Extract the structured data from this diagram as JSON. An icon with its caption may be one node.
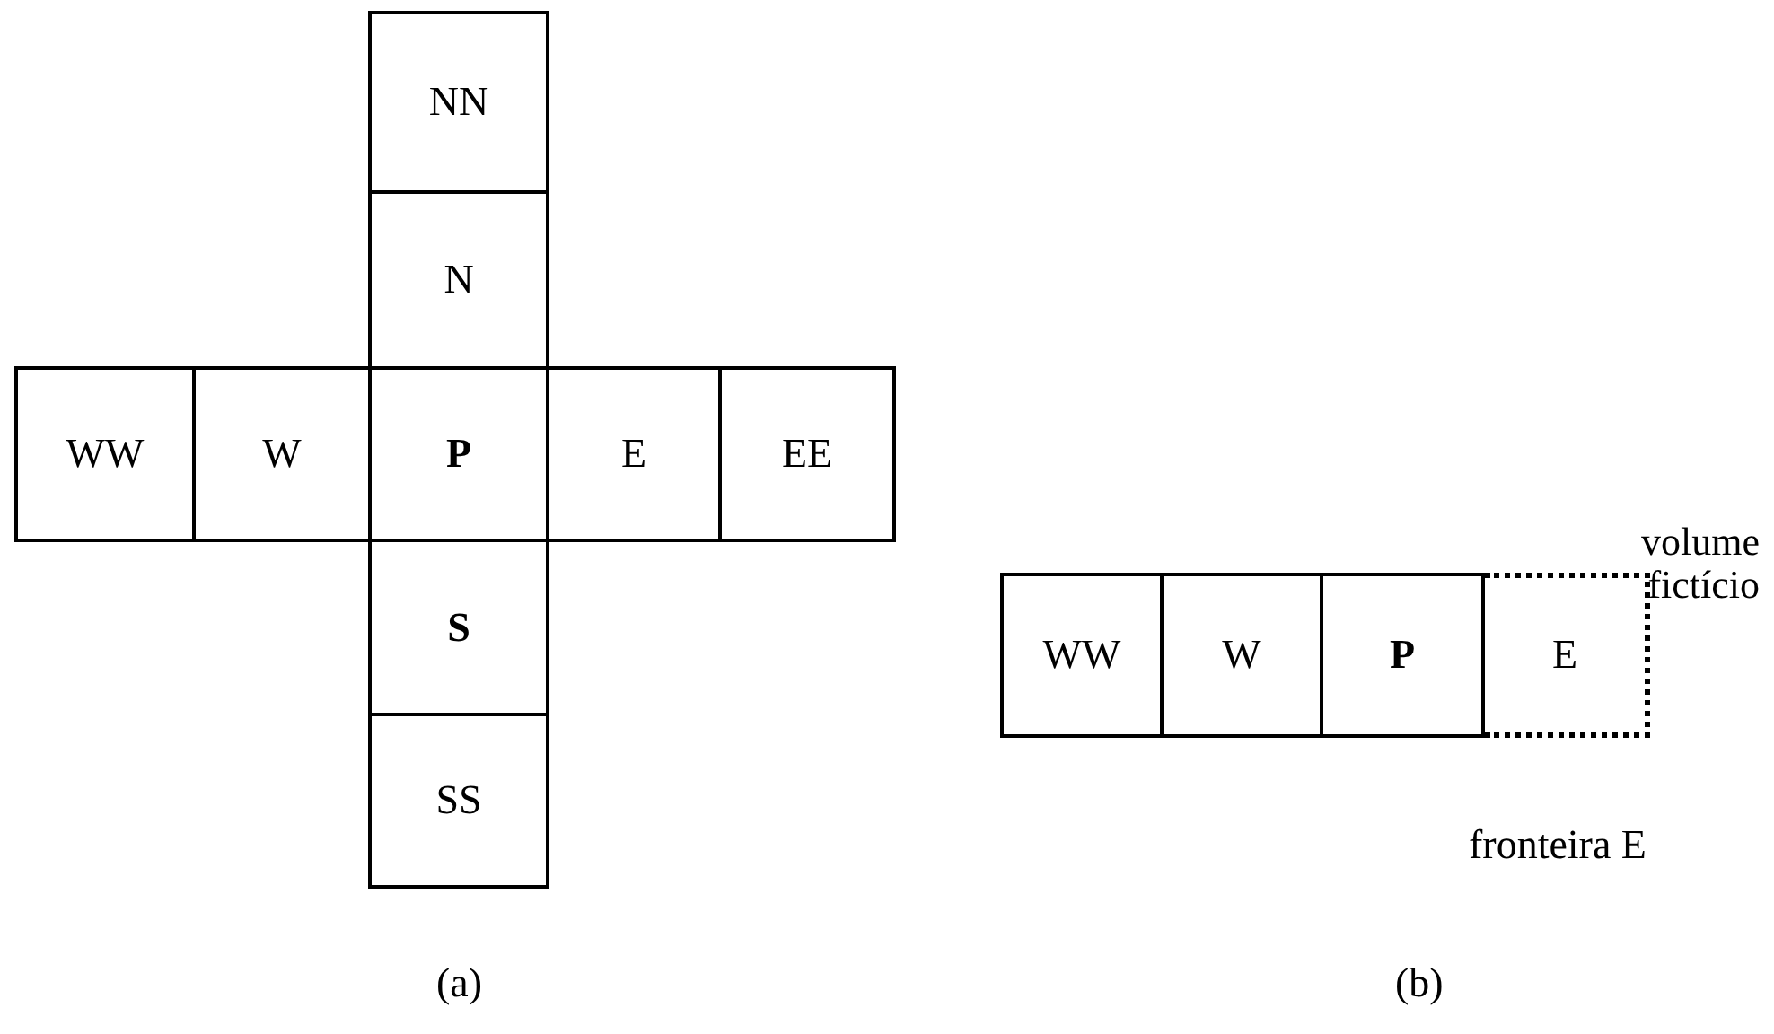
{
  "diagram": {
    "nodes": [
      {
        "text": [
          "NN"
        ]
      },
      {
        "text": [
          "N"
        ]
      },
      {
        "text": [
          "WW"
        ]
      },
      {
        "text": [
          "W"
        ]
      },
      {
        "text": [
          "P"
        ]
      },
      {
        "text": [
          "E"
        ]
      },
      {
        "text": [
          "EE"
        ]
      },
      {
        "text": [
          "S"
        ]
      },
      {
        "text": [
          "SS"
        ]
      },
      {
        "text": [
          "WW"
        ]
      },
      {
        "text": [
          "W"
        ]
      },
      {
        "text": [
          "P"
        ]
      },
      {
        "text": [
          "E"
        ],
        "beside": [
          "volume fictício"
        ]
      }
    ],
    "labels": [
      "fronteira E",
      "(a)",
      "(b)"
    ]
  }
}
